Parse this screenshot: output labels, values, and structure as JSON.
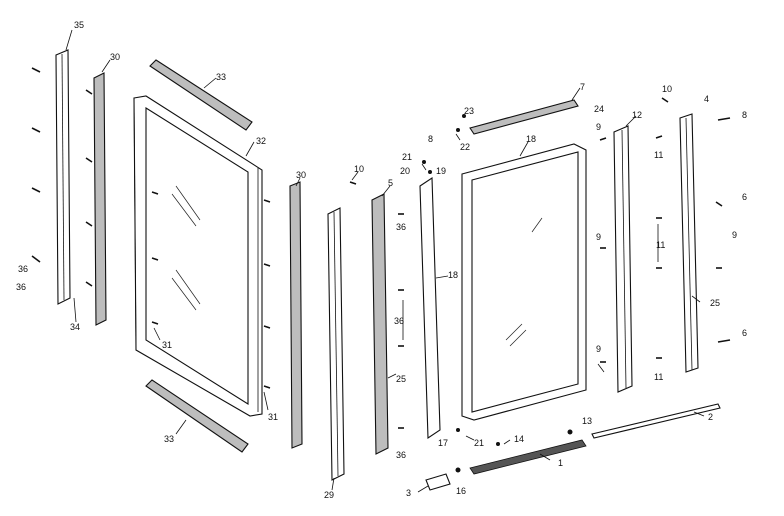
{
  "diagram": {
    "callouts": {
      "c1": "1",
      "c2": "2",
      "c3": "3",
      "c4": "4",
      "c5": "5",
      "c6a": "6",
      "c6b": "6",
      "c7": "7",
      "c8a": "8",
      "c8b": "8",
      "c9a": "9",
      "c9b": "9",
      "c9c": "9",
      "c9d": "9",
      "c10a": "10",
      "c10b": "10",
      "c11a": "11",
      "c11b": "11",
      "c11c": "11",
      "c12": "12",
      "c13": "13",
      "c14": "14",
      "c16": "16",
      "c17": "17",
      "c18a": "18",
      "c18b": "18",
      "c19": "19",
      "c20": "20",
      "c21a": "21",
      "c21b": "21",
      "c22": "22",
      "c23": "23",
      "c24": "24",
      "c25a": "25",
      "c25b": "25",
      "c29": "29",
      "c30a": "30",
      "c30b": "30",
      "c31a": "31",
      "c31b": "31",
      "c32": "32",
      "c33a": "33",
      "c33b": "33",
      "c34": "34",
      "c35": "35",
      "c36a": "36",
      "c36b": "36",
      "c36c": "36",
      "c36d": "36",
      "c36e": "36"
    }
  }
}
